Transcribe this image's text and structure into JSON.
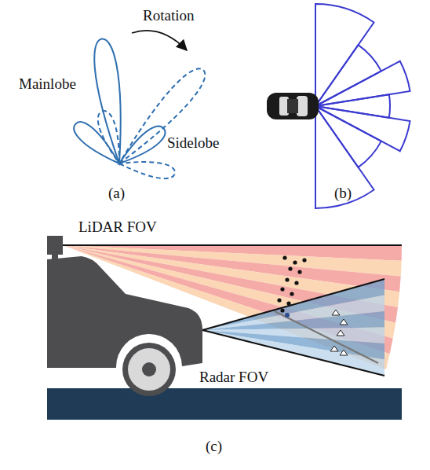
{
  "diagram": {
    "labels": [
      "Rotation",
      "Mainlobe",
      "Sidelobe",
      "(a)",
      "(b)",
      "LiDAR FOV",
      "Radar FOV",
      "(c)"
    ]
  }
}
